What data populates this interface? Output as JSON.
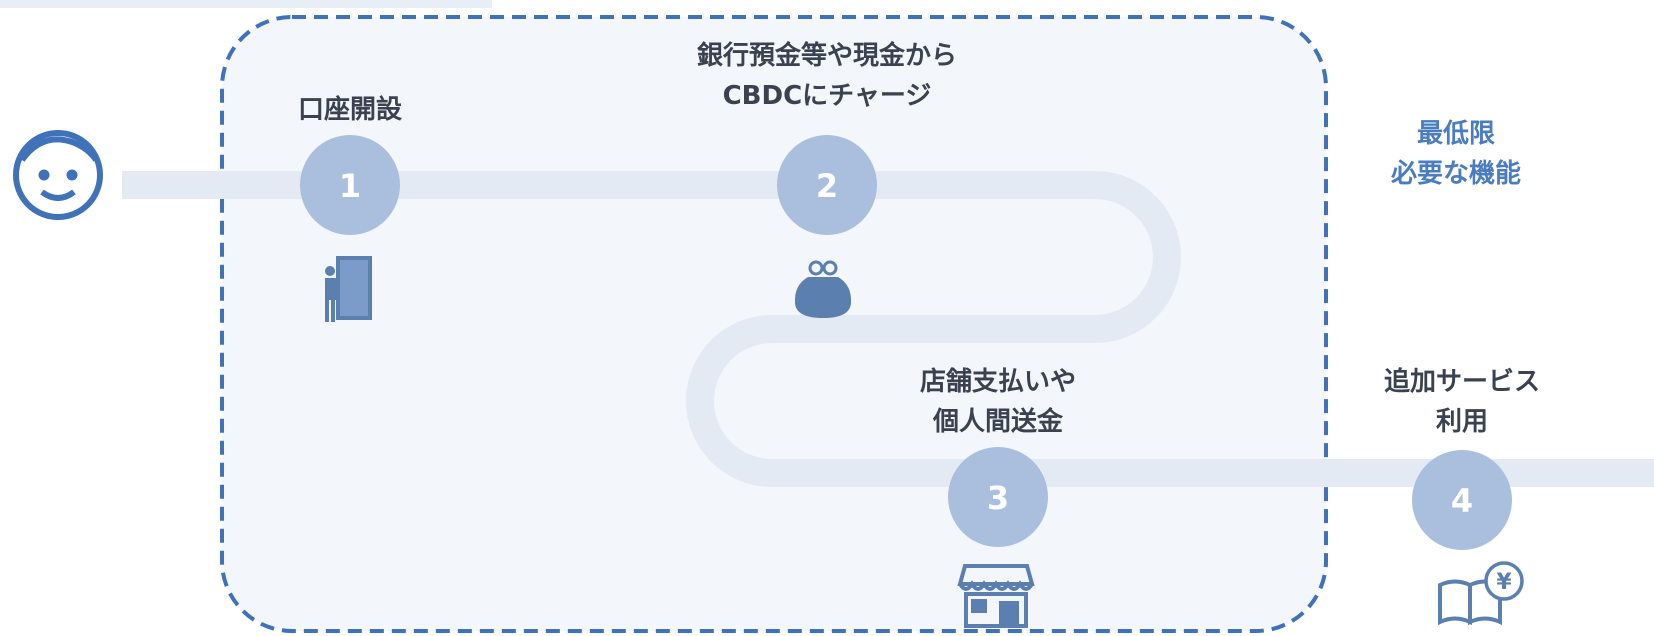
{
  "colors": {
    "path": "#e3eaf3",
    "zone_fill": "#f3f6fa",
    "zone_border": "#3f72b8",
    "circle": "#aabfdd",
    "circle_text": "#ffffff",
    "icon": "#5b7fae",
    "label_text": "#3a4252",
    "accent_text": "#4a7cc0",
    "user_icon": "#3f72b8"
  },
  "zone": {
    "label_lines": [
      "最低限",
      "必要な機能"
    ]
  },
  "steps": [
    {
      "number": "1",
      "label_lines": [
        "口座開設"
      ],
      "icon": "door-person-icon"
    },
    {
      "number": "2",
      "label_lines": [
        "銀行預金等や現金から",
        "CBDCにチャージ"
      ],
      "icon": "coin-purse-icon"
    },
    {
      "number": "3",
      "label_lines": [
        "店舗支払いや",
        "個人間送金"
      ],
      "icon": "storefront-icon"
    },
    {
      "number": "4",
      "label_lines": [
        "追加サービス",
        "利用"
      ],
      "icon": "book-yen-icon"
    }
  ],
  "user": {
    "icon": "smiling-face-icon"
  },
  "book_symbol": "¥"
}
